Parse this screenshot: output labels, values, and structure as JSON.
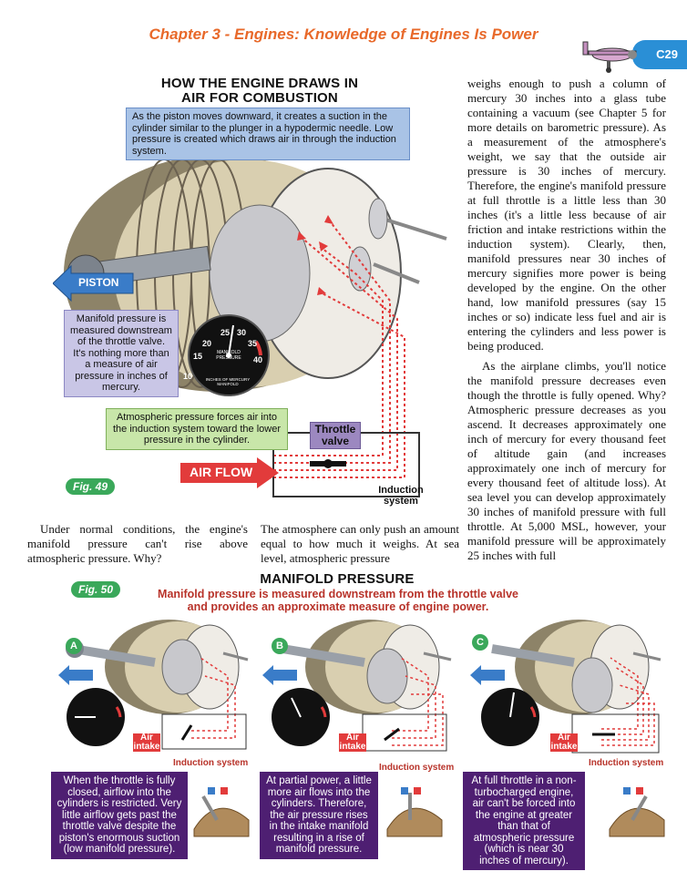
{
  "header": {
    "chapter_title": "Chapter 3 - Engines: Knowledge of Engines Is Power",
    "page_number": "C29"
  },
  "fig49": {
    "title_line1": "HOW THE ENGINE DRAWS IN",
    "title_line2": "AIR FOR COMBUSTION",
    "callout_top": "As the piston moves downward, it creates a suction in the cylinder similar to the plunger in a hypodermic needle. Low pressure is created which draws air in through the induction system.",
    "piston_label": "PISTON",
    "callout_manifold": "Manifold pressure is measured downstream of the throttle valve. It's nothing more than a measure of air pressure in inches of mercury.",
    "callout_atmos": "Atmospheric pressure forces air into the induction system toward the lower pressure in the cylinder.",
    "throttle_label": "Throttle valve",
    "airflow_label": "AIR FLOW",
    "induction_label": "Induction system",
    "fig_label": "Fig. 49",
    "gauge": {
      "ticks": [
        "10",
        "15",
        "20",
        "25",
        "30",
        "35",
        "40"
      ],
      "face_label": "MANIFOLD PRESSURE",
      "footer": "INCHES OF MERCURY MANIFOLD"
    }
  },
  "text": {
    "col_right_top": "weighs enough to push a column of mercury 30 inches into a glass tube containing a vacuum (see Chapter 5 for more details on barometric pressure). As a measurement of the atmosphere's weight, we say that the outside air pressure is 30 inches of mercury. Therefore, the engine's manifold pressure at full throttle is a little less than 30 inches (it's a little less because of air friction and intake restrictions within the induction system). Clearly, then, manifold pressures near 30 inches of mercury signifies more power is being developed by the engine. On the other hand, low manifold pressures (say 15 inches or so) indicate less fuel and air is entering the cylinders and less power is being produced.",
    "col_right_p2": "As the airplane climbs, you'll notice the manifold pressure decreases even though the throttle is fully opened. Why? Atmospheric pressure decreases as you ascend. It decreases approximately one inch of mercury for every thousand feet of altitude gain (and increases approximately one inch of mercury for every thousand feet of altitude loss). At sea level you can develop approximately 30 inches of manifold pressure with full throttle. At 5,000 MSL, however, your manifold pressure will be approximately 25 inches with full",
    "col_left_bottom": "Under normal conditions, the engine's manifold pressure can't rise above atmospheric pressure. Why?",
    "col_mid_bottom": "The atmosphere can only push an amount equal to how much it weighs. At sea level, atmospheric pressure"
  },
  "fig50": {
    "title": "MANIFOLD PRESSURE",
    "subtitle": "Manifold pressure is measured downstream from the throttle valve and provides an approximate measure of engine power.",
    "fig_label": "Fig. 50",
    "panels": [
      {
        "letter": "A",
        "air_label": "Air intake",
        "induction": "Induction system",
        "caption": "When the throttle is fully closed, airflow into the cylinders is restricted. Very little airflow gets past the throttle valve despite the piston's enormous suction (low manifold pressure)."
      },
      {
        "letter": "B",
        "air_label": "Air intake",
        "induction": "Induction system",
        "caption": "At partial power, a little more air flows into the cylinders. Therefore, the air pressure rises in the intake manifold resulting in a rise of manifold pressure."
      },
      {
        "letter": "C",
        "air_label": "Air intake",
        "induction": "Induction system",
        "caption": "At full throttle in a non-turbocharged engine, air can't be forced into the engine at greater than that of atmospheric pressure (which is near 30 inches of mercury)."
      }
    ]
  },
  "colors": {
    "accent_orange": "#e8692a",
    "caption_purple": "#4e1f72",
    "airflow_red": "#e23b3b",
    "tab_blue": "#2a8fd6"
  }
}
